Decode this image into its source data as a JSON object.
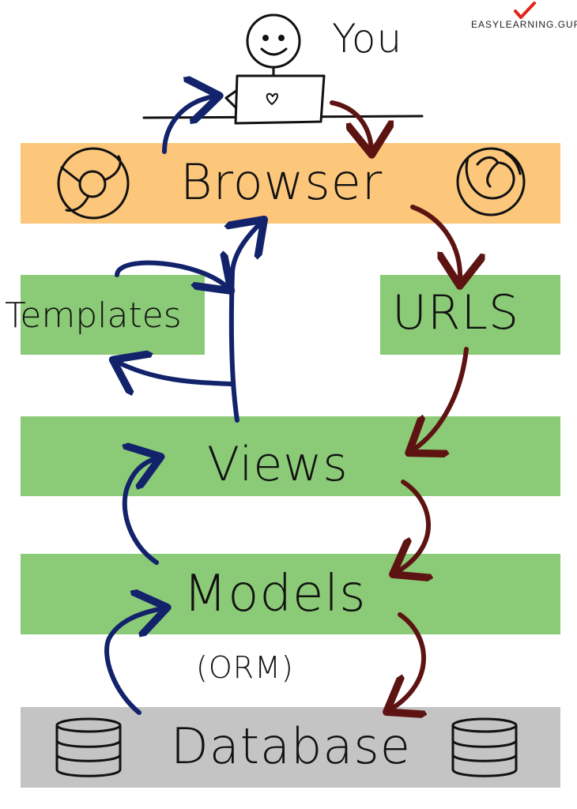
{
  "brand": {
    "text": "EASYLEARNING.GURU"
  },
  "labels": {
    "you": "You",
    "browser": "Browser",
    "templates": "Templates",
    "urls": "URLS",
    "views": "Views",
    "models": "Models",
    "orm": "(ORM)",
    "database": "Database"
  },
  "colors": {
    "browser_band": "#fcc77a",
    "green_band": "#8bca76",
    "database_band": "#c4c4c4",
    "request_arrow": "#5e1313",
    "response_arrow": "#12226b",
    "ink": "#111111"
  }
}
